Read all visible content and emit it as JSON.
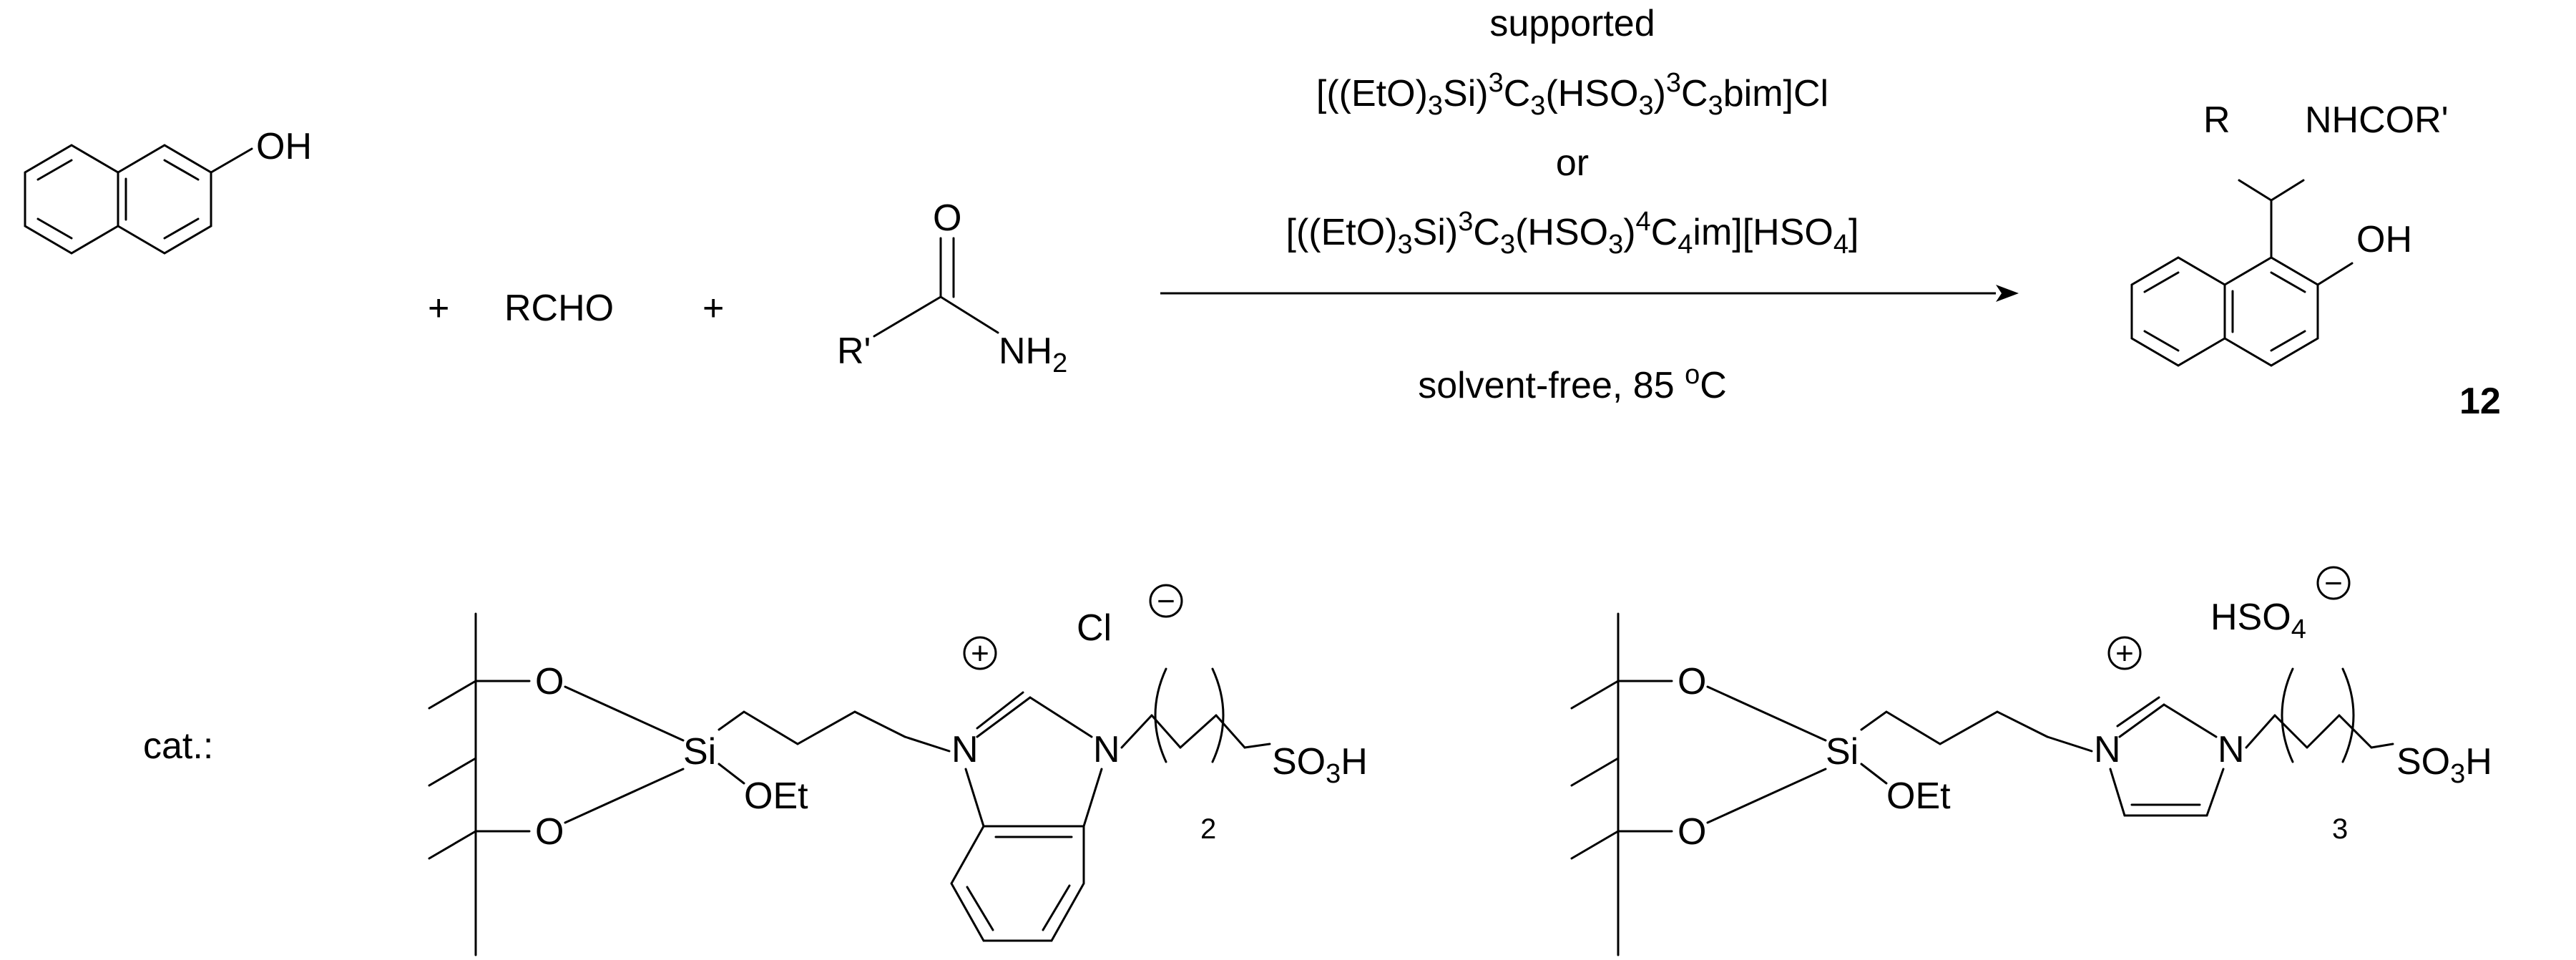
{
  "reaction": {
    "reactant1_oh": "OH",
    "plus1": "+",
    "aldehyde": "RCHO",
    "plus2": "+",
    "amide_o": "O",
    "amide_r": "R'",
    "amide_n": "NH",
    "amide_n_sub": "2",
    "above_line1": "supported",
    "cat1_a": "[((EtO)",
    "cat1_s1": "3",
    "cat1_b": "Si)",
    "cat1_sup1": "3",
    "cat1_c": "C",
    "cat1_s2": "3",
    "cat1_d": "(HSO",
    "cat1_s3": "3",
    "cat1_e": ")",
    "cat1_sup2": "3",
    "cat1_f": "C",
    "cat1_s4": "3",
    "cat1_g": "bim]Cl",
    "or_text": "or",
    "cat2_a": "[((EtO)",
    "cat2_s1": "3",
    "cat2_b": "Si)",
    "cat2_sup1": "3",
    "cat2_c": "C",
    "cat2_s2": "3",
    "cat2_d": "(HSO",
    "cat2_s3": "3",
    "cat2_e": ")",
    "cat2_sup2": "4",
    "cat2_f": "C",
    "cat2_s4": "4",
    "cat2_g": "im][HSO",
    "cat2_s5": "4",
    "cat2_h": "]",
    "conditions_a": "solvent-free, 85 ",
    "conditions_deg": "o",
    "conditions_b": "C",
    "product_r": "R",
    "product_nh": "NHCOR'",
    "product_oh": "OH",
    "product_label": "12"
  },
  "catalysts": {
    "label": "cat.:",
    "left": {
      "o_top": "O",
      "o_bottom": "O",
      "si": "Si",
      "oet": "OEt",
      "n1": "N",
      "n2": "N",
      "plus": "+",
      "anion": "Cl",
      "minus": "−",
      "chain_sub": "2",
      "so3h_a": "SO",
      "so3h_s": "3",
      "so3h_b": "H"
    },
    "right": {
      "o_top": "O",
      "o_bottom": "O",
      "si": "Si",
      "oet": "OEt",
      "n1": "N",
      "n2": "N",
      "plus": "+",
      "anion_a": "HSO",
      "anion_s": "4",
      "minus": "−",
      "chain_sub": "3",
      "so3h_a": "SO",
      "so3h_s": "3",
      "so3h_b": "H"
    }
  }
}
